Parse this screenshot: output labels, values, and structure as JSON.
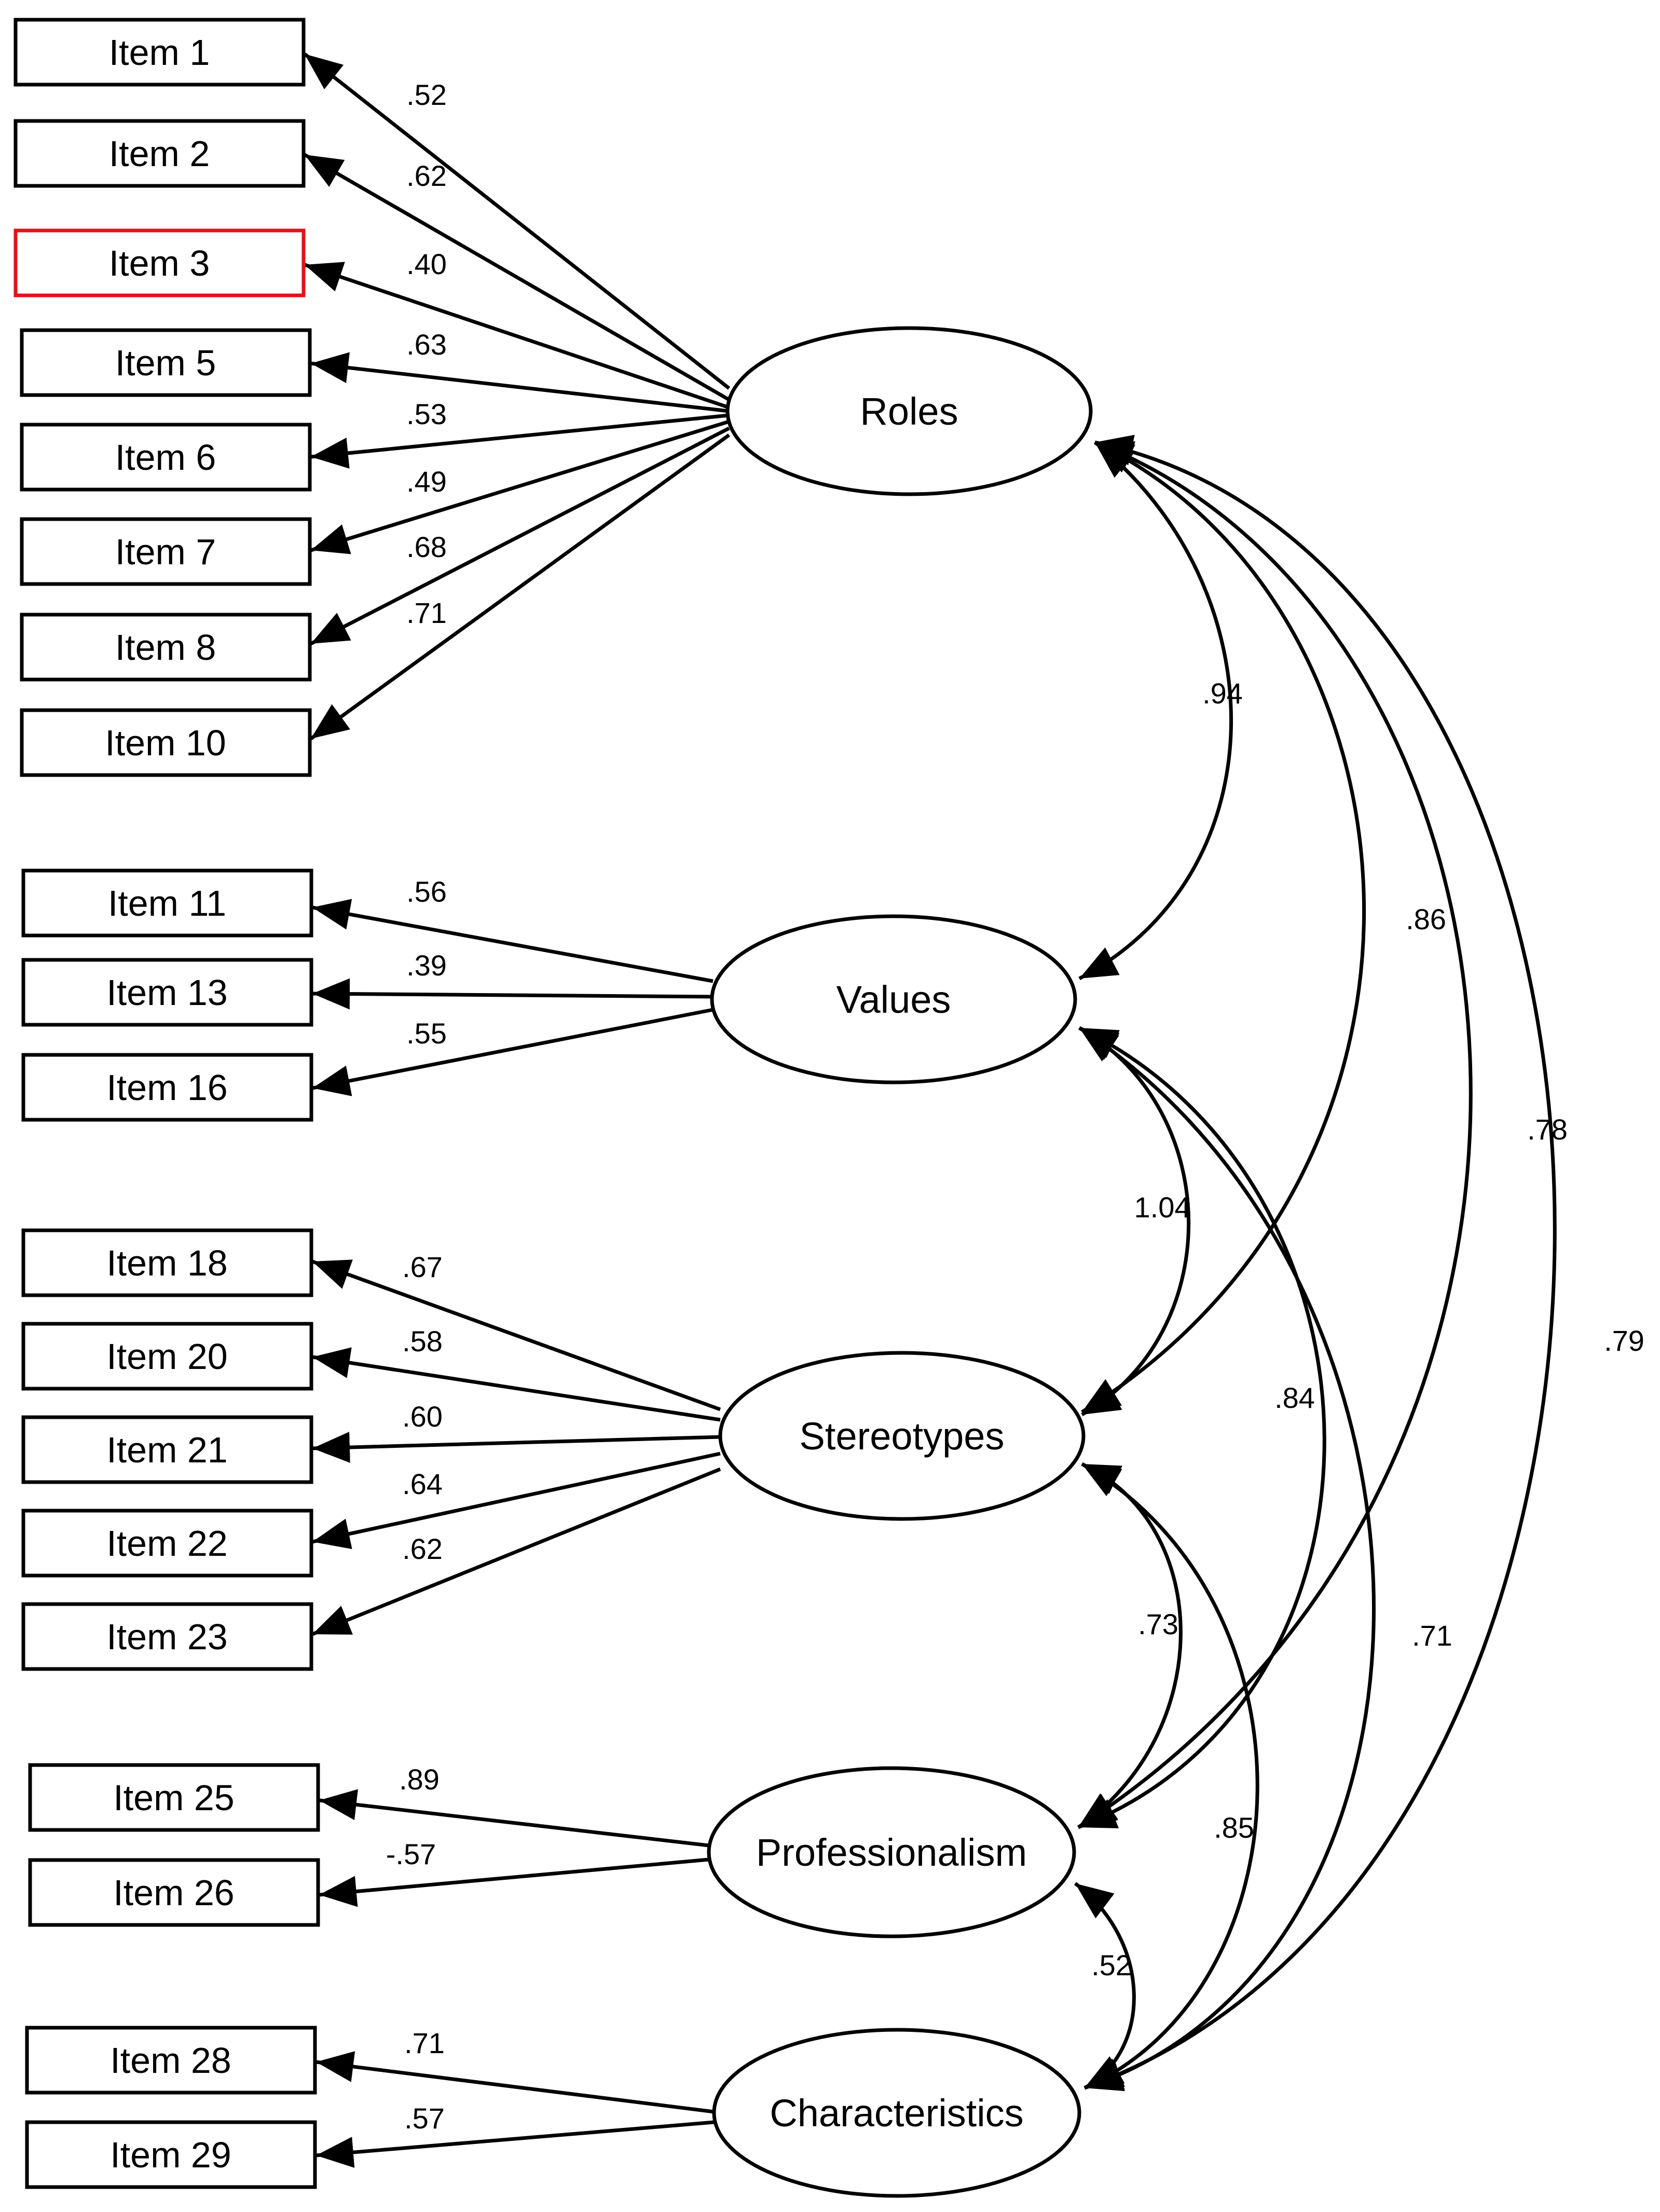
{
  "colors": {
    "stroke": "#000000",
    "highlight_border": "#e0141b",
    "background": "#ffffff"
  },
  "indicators": [
    {
      "id": "i1",
      "label": "Item 1"
    },
    {
      "id": "i2",
      "label": "Item 2"
    },
    {
      "id": "i3",
      "label": "Item 3",
      "highlighted": true
    },
    {
      "id": "i5",
      "label": "Item 5"
    },
    {
      "id": "i6",
      "label": "Item 6"
    },
    {
      "id": "i7",
      "label": "Item 7"
    },
    {
      "id": "i8",
      "label": "Item 8"
    },
    {
      "id": "i10",
      "label": "Item 10"
    },
    {
      "id": "i11",
      "label": "Item 11"
    },
    {
      "id": "i13",
      "label": "Item 13"
    },
    {
      "id": "i16",
      "label": "Item 16"
    },
    {
      "id": "i18",
      "label": "Item 18"
    },
    {
      "id": "i20",
      "label": "Item 20"
    },
    {
      "id": "i21",
      "label": "Item 21"
    },
    {
      "id": "i22",
      "label": "Item 22"
    },
    {
      "id": "i23",
      "label": "Item 23"
    },
    {
      "id": "i25",
      "label": "Item 25"
    },
    {
      "id": "i26",
      "label": "Item 26"
    },
    {
      "id": "i28",
      "label": "Item 28"
    },
    {
      "id": "i29",
      "label": "Item 29"
    }
  ],
  "factors": [
    {
      "id": "roles",
      "label": "Roles"
    },
    {
      "id": "values",
      "label": "Values"
    },
    {
      "id": "stereotypes",
      "label": "Stereotypes"
    },
    {
      "id": "professionalism",
      "label": "Professionalism"
    },
    {
      "id": "characteristics",
      "label": "Characteristics"
    }
  ],
  "loadings": [
    {
      "from": "roles",
      "to": "i1",
      "value": ".52"
    },
    {
      "from": "roles",
      "to": "i2",
      "value": ".62"
    },
    {
      "from": "roles",
      "to": "i3",
      "value": ".40"
    },
    {
      "from": "roles",
      "to": "i5",
      "value": ".63"
    },
    {
      "from": "roles",
      "to": "i6",
      "value": ".53"
    },
    {
      "from": "roles",
      "to": "i7",
      "value": ".49"
    },
    {
      "from": "roles",
      "to": "i8",
      "value": ".68"
    },
    {
      "from": "roles",
      "to": "i10",
      "value": ".71"
    },
    {
      "from": "values",
      "to": "i11",
      "value": ".56"
    },
    {
      "from": "values",
      "to": "i13",
      "value": ".39"
    },
    {
      "from": "values",
      "to": "i16",
      "value": ".55"
    },
    {
      "from": "stereotypes",
      "to": "i18",
      "value": ".67"
    },
    {
      "from": "stereotypes",
      "to": "i20",
      "value": ".58"
    },
    {
      "from": "stereotypes",
      "to": "i21",
      "value": ".60"
    },
    {
      "from": "stereotypes",
      "to": "i22",
      "value": ".64"
    },
    {
      "from": "stereotypes",
      "to": "i23",
      "value": ".62"
    },
    {
      "from": "professionalism",
      "to": "i25",
      "value": ".89"
    },
    {
      "from": "professionalism",
      "to": "i26",
      "value": "-.57"
    },
    {
      "from": "characteristics",
      "to": "i28",
      "value": ".71"
    },
    {
      "from": "characteristics",
      "to": "i29",
      "value": ".57"
    }
  ],
  "covariances": [
    {
      "a": "roles",
      "b": "values",
      "value": ".94"
    },
    {
      "a": "roles",
      "b": "stereotypes",
      "value": ".86"
    },
    {
      "a": "roles",
      "b": "professionalism",
      "value": ".78"
    },
    {
      "a": "roles",
      "b": "characteristics",
      "value": ".79"
    },
    {
      "a": "values",
      "b": "stereotypes",
      "value": "1.04"
    },
    {
      "a": "values",
      "b": "professionalism",
      "value": ".84"
    },
    {
      "a": "values",
      "b": "characteristics",
      "value": ".71"
    },
    {
      "a": "stereotypes",
      "b": "professionalism",
      "value": ".73"
    },
    {
      "a": "stereotypes",
      "b": "characteristics",
      "value": ".85"
    },
    {
      "a": "professionalism",
      "b": "characteristics",
      "value": ".52"
    }
  ]
}
